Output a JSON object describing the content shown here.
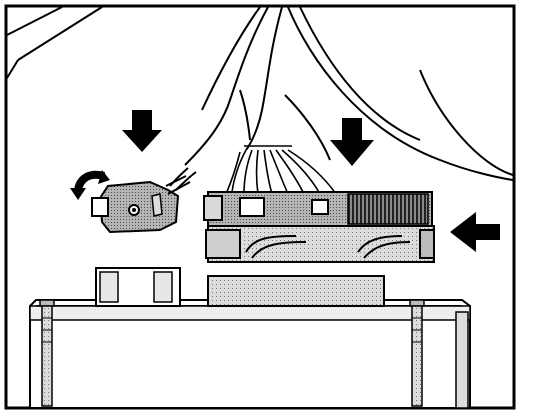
{
  "illustration": {
    "style": "black-and-white technical line drawing",
    "colors": {
      "ink": "#000000",
      "paper": "#ffffff",
      "shade": "#9a9a9a",
      "shade_dark": "#6e6e6e",
      "shade_light": "#c8c8c8"
    },
    "arrows": [
      {
        "name": "arrow-down-left",
        "direction": "down"
      },
      {
        "name": "arrow-down-center",
        "direction": "down"
      },
      {
        "name": "arrow-left-right",
        "direction": "left"
      },
      {
        "name": "arrow-curved-rotate",
        "direction": "counter-clockwise"
      }
    ],
    "icons": [
      "arrow-down-icon",
      "arrow-left-icon",
      "rotate-arrow-icon"
    ]
  }
}
